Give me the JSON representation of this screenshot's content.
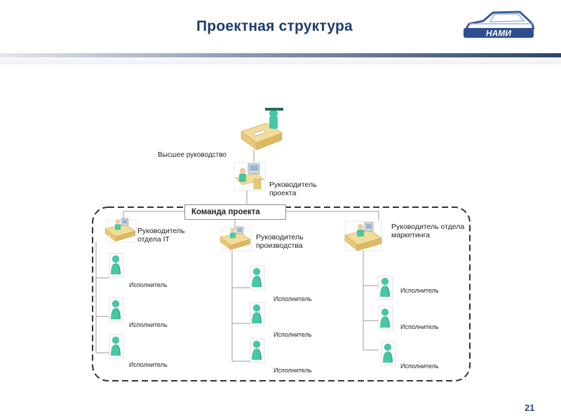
{
  "slide": {
    "title": "Проектная структура",
    "page_number": "21",
    "logo_text": "НАМИ",
    "colors": {
      "title": "#1f3d6b",
      "header_bar_dark": "#3a4f72",
      "header_bar_light": "#d6dde8",
      "person": "#46c7a6",
      "desk": "#f2dc9a",
      "dash_border": "#333333"
    }
  },
  "org": {
    "top": {
      "label": "Высшее руководство",
      "icon": "executive-desk-icon"
    },
    "project_manager": {
      "label_line1": "Руководитель",
      "label_line2": "проекта",
      "icon": "manager-desk-icon"
    },
    "team": {
      "label": "Команда проекта"
    },
    "departments": [
      {
        "label_line1": "Руководитель",
        "label_line2": "отдела IT",
        "icon": "department-head-icon",
        "executors": [
          "Исполнитель",
          "Исполнитель",
          "Исполнитель"
        ]
      },
      {
        "label_line1": "Руководитель",
        "label_line2": "производства",
        "icon": "department-head-icon",
        "executors": [
          "Исполнитель",
          "Исполнитель",
          "Исполнитель"
        ]
      },
      {
        "label_line1": "Руководитель отдела",
        "label_line2": "маркетинга",
        "icon": "department-head-icon",
        "executors": [
          "Исполнитель",
          "Исполнитель",
          "Исполнитель"
        ]
      }
    ]
  }
}
